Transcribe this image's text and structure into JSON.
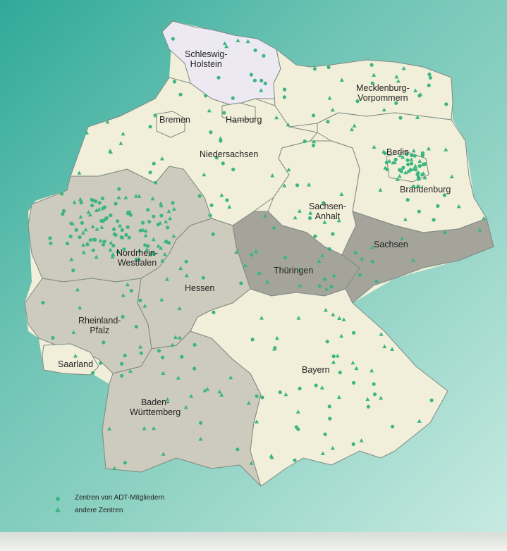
{
  "colors": {
    "sea_dark": "#2fa99a",
    "sea_light": "#c9ebe2",
    "state_light": "#f1efd9",
    "state_medium": "#cdcbbd",
    "state_dark": "#a4a49b",
    "state_lilac": "#ece9f2",
    "marker": "#3cb582"
  },
  "states": [
    {
      "id": "schleswig-holstein",
      "label": "Schleswig-\nHolstein",
      "shade": "lilac"
    },
    {
      "id": "mecklenburg-vorpommern",
      "label": "Mecklenburg-\nVorpommern",
      "shade": "light"
    },
    {
      "id": "bremen",
      "label": "Bremen",
      "shade": "light"
    },
    {
      "id": "hamburg",
      "label": "Hamburg",
      "shade": "light"
    },
    {
      "id": "niedersachsen",
      "label": "Niedersachsen",
      "shade": "light"
    },
    {
      "id": "berlin",
      "label": "Berlin",
      "shade": "light"
    },
    {
      "id": "brandenburg",
      "label": "Brandenburg",
      "shade": "light"
    },
    {
      "id": "sachsen-anhalt",
      "label": "Sachsen-\nAnhalt",
      "shade": "light"
    },
    {
      "id": "sachsen",
      "label": "Sachsen",
      "shade": "dark"
    },
    {
      "id": "nordrhein-westfalen",
      "label": "Nordrhein-\nWestfalen",
      "shade": "medium"
    },
    {
      "id": "thueringen",
      "label": "Thüringen",
      "shade": "dark"
    },
    {
      "id": "hessen",
      "label": "Hessen",
      "shade": "medium"
    },
    {
      "id": "rheinland-pfalz",
      "label": "Rheinland-\nPfalz",
      "shade": "medium"
    },
    {
      "id": "saarland",
      "label": "Saarland",
      "shade": "light"
    },
    {
      "id": "baden-wuerttemberg",
      "label": "Baden-\nWürttemberg",
      "shade": "medium"
    },
    {
      "id": "bayern",
      "label": "Bayern",
      "shade": "light"
    }
  ],
  "legend": [
    {
      "symbol": "circle",
      "label": "Zentren von ADT-Mitgliedern"
    },
    {
      "symbol": "triangle",
      "label": "andere Zentren"
    }
  ]
}
